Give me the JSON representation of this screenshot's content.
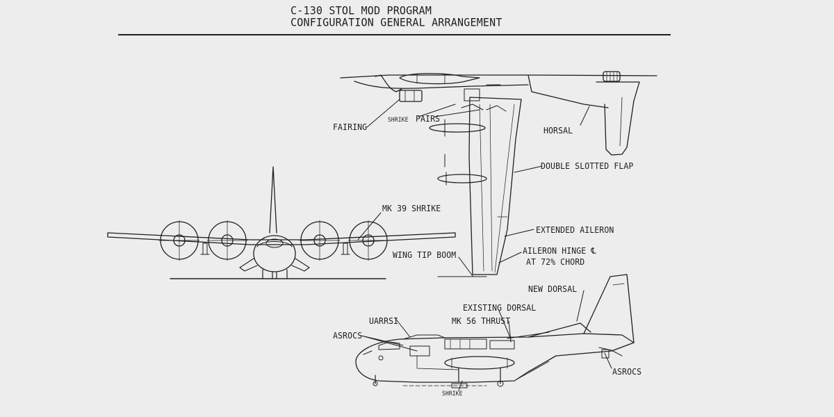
{
  "header": {
    "title_line1": "C-130 STOL MOD PROGRAM",
    "title_line2": "CONFIGURATION GENERAL ARRANGEMENT"
  },
  "callouts": {
    "fairing": "FAIRING",
    "shrike_pairs_a": "SHRIKE",
    "shrike_pairs_b": "PAIRS",
    "horsal": "HORSAL",
    "double_slotted_flap": "DOUBLE SLOTTED FLAP",
    "mk39_shrike": "MK 39 SHRIKE",
    "extended_aileron": "EXTENDED AILERON",
    "aileron_hinge_line1": "AILERON HINGE ℄",
    "aileron_hinge_line2": "AT 72% CHORD",
    "wing_tip_boom": "WING TIP BOOM",
    "new_dorsal": "NEW DORSAL",
    "existing_dorsal": "EXISTING DORSAL",
    "mk56_thrust": "MK 56 THRUST",
    "uarrsi": "UARRSI",
    "asrocs_left": "ASROCS",
    "asrocs_right": "ASROCS",
    "shrike_bottom": "SHRIKE"
  },
  "colors": {
    "paper": "#ededed",
    "ink": "#1e1e1e"
  }
}
